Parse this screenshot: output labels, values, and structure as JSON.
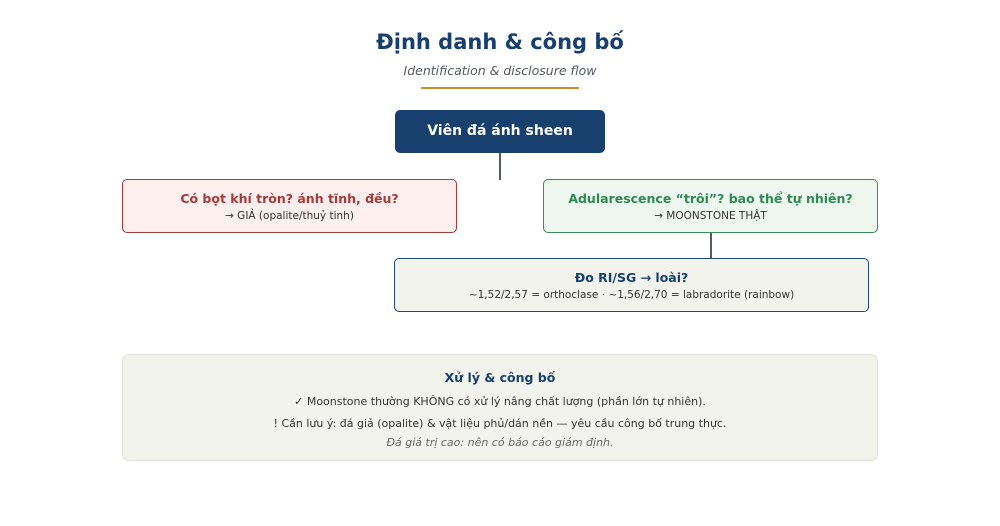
{
  "header": {
    "title": "Định danh & công bố",
    "subtitle": "Identification & disclosure flow"
  },
  "flow": {
    "root": "Viên đá ánh sheen",
    "left": {
      "question": "Có bọt khí tròn? ánh tĩnh, đều?",
      "result": "→ GIẢ (opalite/thuỷ tinh)"
    },
    "right": {
      "question": "Adularescence “trôi”? bao thể tự nhiên?",
      "result": "→ MOONSTONE THẬT"
    },
    "bottom": {
      "question": "Đo RI/SG → loài?",
      "result": "~1,52/2,57 = orthoclase · ~1,56/2,70 = labradorite (rainbow)"
    }
  },
  "notes": {
    "title": "Xử lý & công bố",
    "line1": "✓ Moonstone thường KHÔNG có xử lý nâng chất lượng (phần lớn tự nhiên).",
    "line2": "! Cần lưu ý: đá giả (opalite) & vật liệu phủ/dán nền — yêu cầu công bố trung thực.",
    "footnote": "Đá giá trị cao: nên có báo cáo giám định."
  },
  "colors": {
    "navy": "#17406e",
    "gold_rule": "#c9912a",
    "fake_red": "#a83a3a",
    "real_green": "#2f8a52"
  }
}
